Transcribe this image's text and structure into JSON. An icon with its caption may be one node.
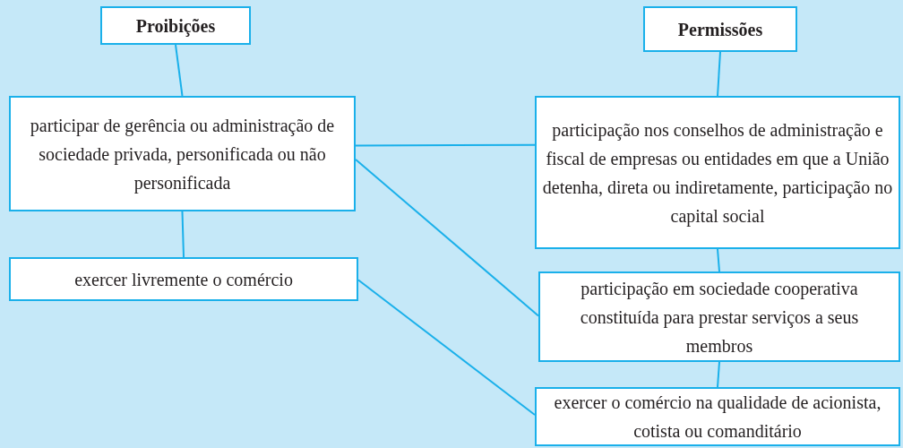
{
  "diagram": {
    "nodes": [
      {
        "text": [
          "Proibições"
        ]
      },
      {
        "text": [
          "participar de gerência ou administração de sociedade privada, personificada ou não personificada"
        ]
      },
      {
        "text": [
          "exercer livremente o comércio"
        ]
      },
      {
        "text": [
          "Permissões"
        ]
      },
      {
        "text": [
          "participação nos conselhos de administração e fiscal de empresas ou entidades em que a União detenha, direta ou indiretamente, participação no capital social"
        ]
      },
      {
        "text": [
          "participação em sociedade cooperativa constituída para prestar serviços a seus membros"
        ]
      },
      {
        "text": [
          "exercer o comércio na qualidade de acionista, cotista ou comanditário"
        ]
      }
    ],
    "edges": [
      {
        "from": 0,
        "to": 1,
        "arrow": "none"
      },
      {
        "from": 1,
        "to": 2,
        "arrow": "none"
      },
      {
        "from": 3,
        "to": 4,
        "arrow": "none"
      },
      {
        "from": 4,
        "to": 5,
        "arrow": "none"
      },
      {
        "from": 5,
        "to": 6,
        "arrow": "none"
      },
      {
        "from": 1,
        "to": 4,
        "arrow": "none"
      },
      {
        "from": 1,
        "to": 5,
        "arrow": "none"
      },
      {
        "from": 2,
        "to": 6,
        "arrow": "none"
      }
    ]
  }
}
